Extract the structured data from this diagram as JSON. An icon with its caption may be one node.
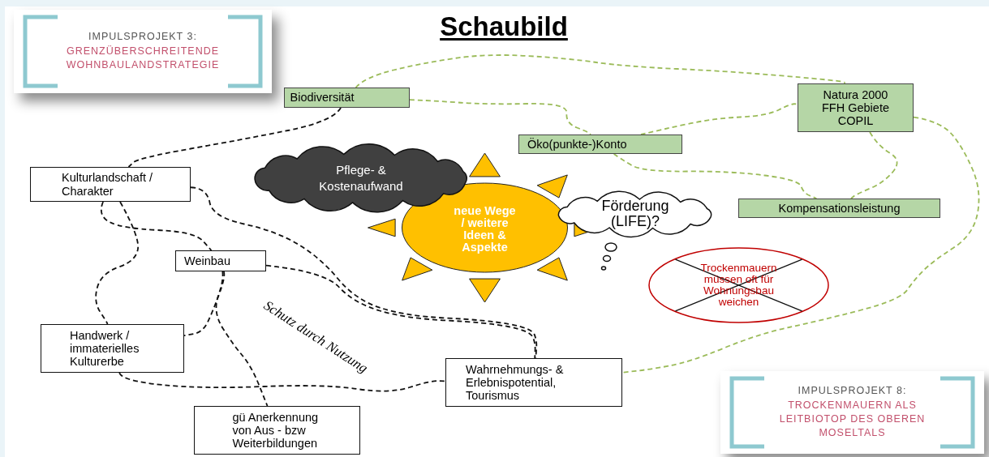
{
  "diagram": {
    "title": "Schaubild",
    "nodes": [
      {
        "text": [
          "IMPULSPROJEKT 3:",
          "GRENZÜBERSCHREITENDE WOHNBAULANDSTRATEGIE"
        ]
      },
      {
        "text": [
          "Biodiversität"
        ]
      },
      {
        "text": [
          "Natura 2000 FFH Gebiete COPIL"
        ]
      },
      {
        "text": [
          "Öko(punkte-)Konto"
        ]
      },
      {
        "text": [
          "Kulturlandschaft / Charakter"
        ]
      },
      {
        "text": [
          "Pflege- & Kostenaufwand"
        ]
      },
      {
        "text": [
          "neue Wege / weitere Ideen & Aspekte"
        ]
      },
      {
        "text": [
          "Förderung (LIFE)?"
        ]
      },
      {
        "text": [
          "Kompensationsleistung"
        ]
      },
      {
        "text": [
          "Weinbau"
        ]
      },
      {
        "text": [
          "Trockenmauern müssen oft für Wohnungsbau weichen"
        ]
      },
      {
        "text": [
          "Handwerk / immaterielles Kulturerbe"
        ]
      },
      {
        "text": [
          "Wahrnehmungs- & Erlebnispotential, Tourismus"
        ]
      },
      {
        "text": [
          "gü Anerkennung von Aus - bzw Weiterbildungen"
        ]
      },
      {
        "text": [
          "IMPULSPROJEKT 8:",
          "TROCKENMAUERN ALS LEITBIOTOP DES OBEREN MOSELTALS"
        ]
      }
    ],
    "edges": [
      {
        "from": 1,
        "to": 4,
        "arrow": "none",
        "style": "dashed"
      },
      {
        "from": 4,
        "to": 12,
        "arrow": "none",
        "style": "dashed"
      },
      {
        "from": 9,
        "to": 12,
        "arrow": "none",
        "style": "dashed"
      },
      {
        "from": 4,
        "to": 9,
        "arrow": "none",
        "style": "dashed"
      },
      {
        "from": 4,
        "to": 11,
        "arrow": "none",
        "style": "dashed"
      },
      {
        "from": 9,
        "to": 11,
        "arrow": "none",
        "style": "dashed"
      },
      {
        "from": 9,
        "to": 13,
        "arrow": "none",
        "style": "dashed"
      },
      {
        "from": 11,
        "to": 12,
        "arrow": "none",
        "style": "dashed"
      },
      {
        "from": 1,
        "to": 2,
        "arrow": "none",
        "style": "dashed",
        "color": "#9bbb59"
      },
      {
        "from": 1,
        "to": 3,
        "arrow": "none",
        "style": "dashed",
        "color": "#9bbb59"
      },
      {
        "from": 3,
        "to": 2,
        "arrow": "none",
        "style": "dashed",
        "color": "#9bbb59"
      },
      {
        "from": 3,
        "to": 8,
        "arrow": "none",
        "style": "dashed",
        "color": "#9bbb59"
      },
      {
        "from": 2,
        "to": 8,
        "arrow": "none",
        "style": "dashed",
        "color": "#9bbb59"
      },
      {
        "from": 2,
        "to": 12,
        "arrow": "none",
        "style": "dashed",
        "color": "#9bbb59"
      }
    ],
    "labels": [
      "Schutz durch Nutzung"
    ]
  }
}
